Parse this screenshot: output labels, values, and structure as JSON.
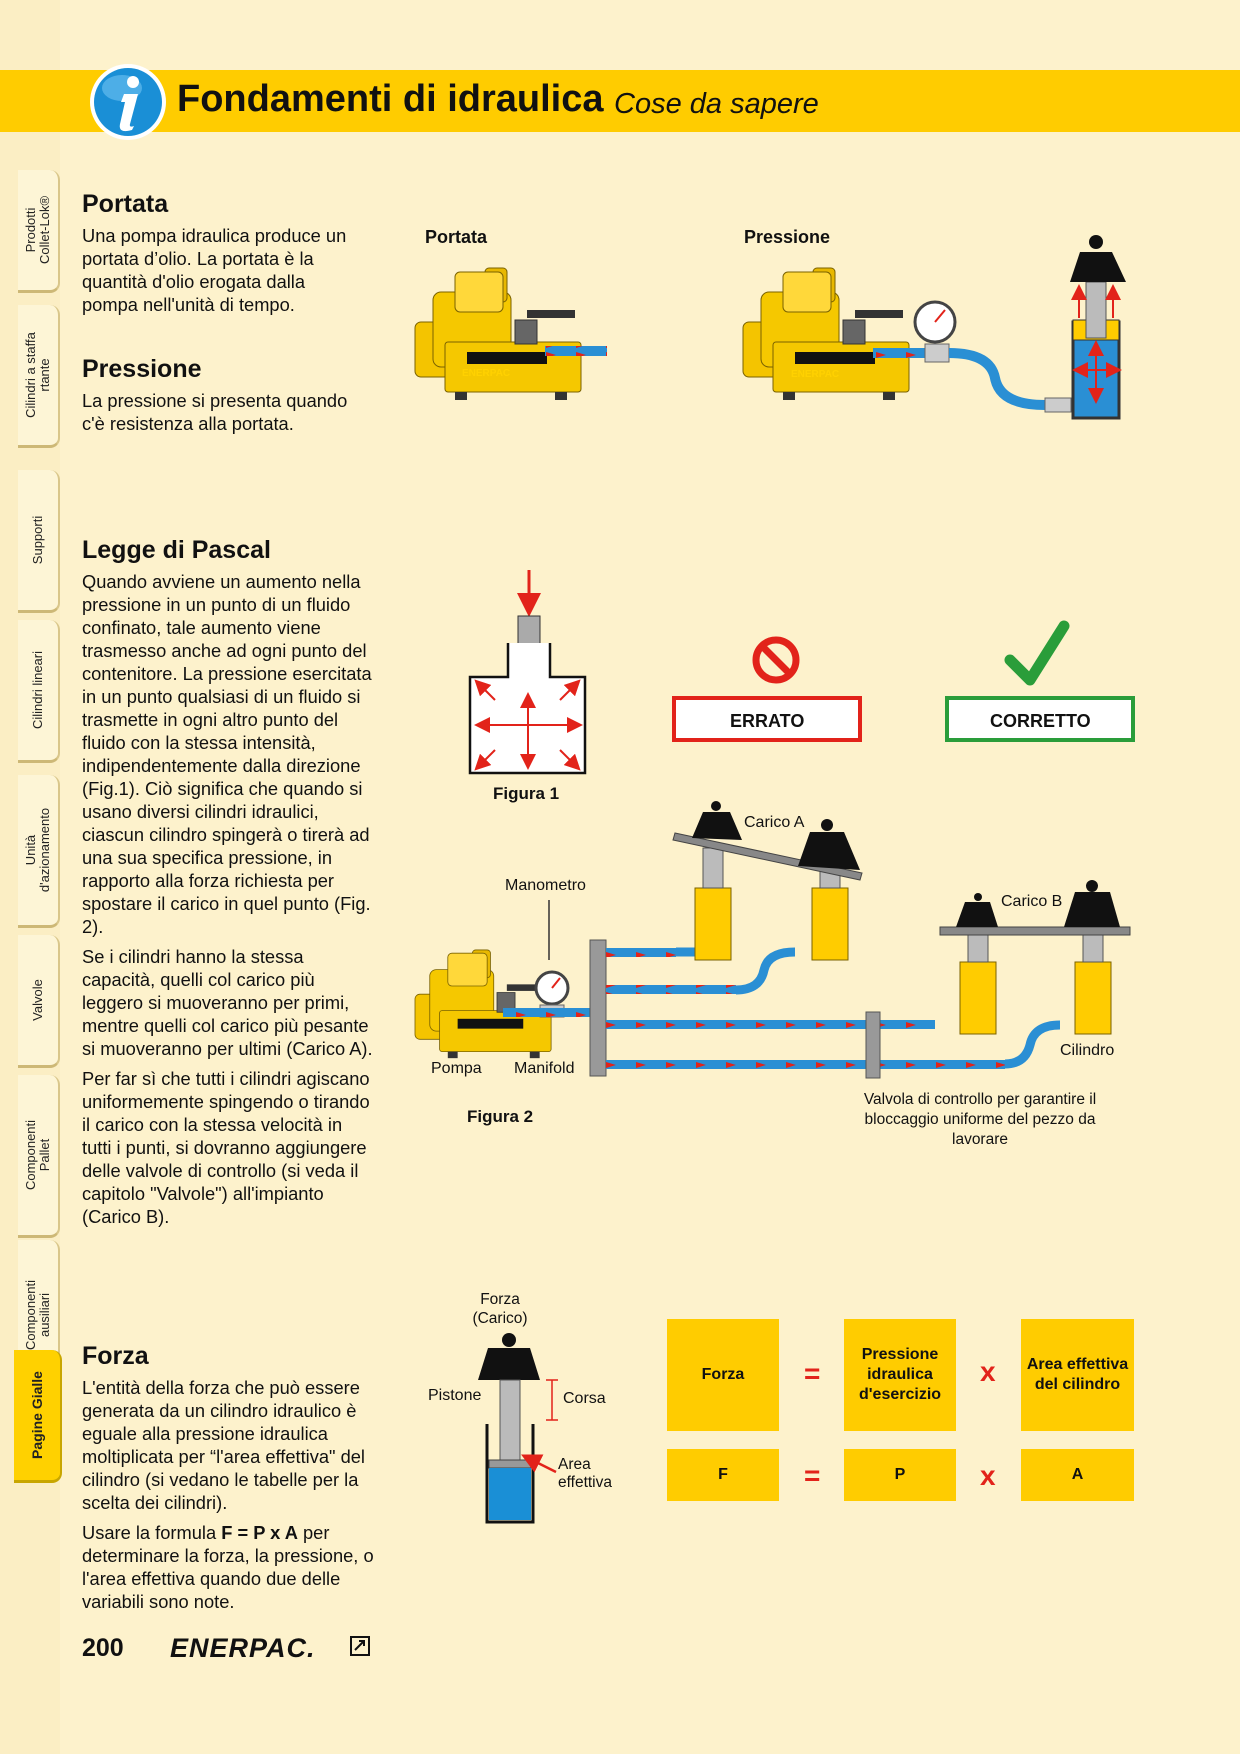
{
  "sidebar": {
    "tabs": [
      {
        "label": "Prodotti\nCollet-Lok®"
      },
      {
        "label": "Cilindri a staffa\nrtante"
      },
      {
        "label": "Supporti"
      },
      {
        "label": "Cilindri lineari"
      },
      {
        "label": "Unità\nd'azionamento"
      },
      {
        "label": "Valvole"
      },
      {
        "label": "Componenti\nPallet"
      },
      {
        "label": "Componenti\nausiliari"
      },
      {
        "label": "Pagine Gialle"
      }
    ]
  },
  "header": {
    "title": "Fondamenti di idraulica",
    "subtitle": "Cose da sapere",
    "icon": "info-icon"
  },
  "sections": {
    "portata": {
      "title": "Portata",
      "text": "Una pompa idraulica produce un portata d’olio. La portata è la quantità d'olio erogata dalla pompa nell'unità di tempo."
    },
    "pressione": {
      "title": "Pressione",
      "text": "La pressione si presenta quando c'è resistenza alla portata."
    },
    "pascal": {
      "title": "Legge di Pascal",
      "paragraphs": [
        "Quando avviene un aumento nella pressione in un punto di un fluido confinato, tale aumento viene trasmesso anche ad ogni punto del contenitore. La pressione esercitata in un punto qualsiasi di un fluido si trasmette in ogni altro punto del fluido con la stessa intensità, indipendentemente dalla direzione (Fig.1). Ciò significa che quando si usano diversi cilindri idraulici, ciascun cilindro spingerà o tirerà ad una sua specifica pressione, in rapporto alla forza richiesta per spostare il carico in quel punto (Fig. 2).",
        "Se i cilindri hanno la stessa capacità, quelli col carico più leggero si muoveranno per primi, mentre quelli col carico più pesante si muoveranno per ultimi (Carico A).",
        "Per far sì che tutti i cilindri agiscano uniformemente spingendo o tirando il carico con la stessa velocità in tutti i punti, si dovranno aggiungere delle valvole di controllo (si veda il capitolo \"Valvole\") all'impianto (Carico B)."
      ]
    },
    "forza": {
      "title": "Forza",
      "paragraphs": [
        "L'entità della forza che può essere generata da un cilindro idraulico è eguale alla pressione idraulica moltiplicata per “l'area effettiva\" del cilindro (si vedano le tabelle per la scelta dei cilindri).",
        "determinare la forza, la pressione, o l'area effettiva quando due delle variabili sono note."
      ],
      "formula_prefix": "Usare la formula ",
      "formula": "F = P x A",
      "formula_suffix": " per"
    }
  },
  "figures": {
    "portata_label": "Portata",
    "pressione_label": "Pressione",
    "pump_brand": "ENERPAC",
    "fig1_caption": "Figura 1",
    "wrong_label": "ERRATO",
    "correct_label": "CORRETTO",
    "fig2_caption": "Figura 2",
    "carico_a": "Carico A",
    "carico_b": "Carico B",
    "manometro": "Manometro",
    "pompa": "Pompa",
    "manifold": "Manifold",
    "cilindro": "Cilindro",
    "valve_note": "Valvola di controllo per garantire il bloccaggio uniforme del pezzo da lavorare",
    "forza_carico": "Forza\n(Carico)",
    "pistone": "Pistone",
    "corsa": "Corsa",
    "area_effettiva": "Area\neffettiva"
  },
  "formula_table": {
    "row1": [
      "Forza",
      "Pressione idraulica d'esercizio",
      "Area effettiva del cilindro"
    ],
    "row2": [
      "F",
      "P",
      "A"
    ],
    "equals": "=",
    "times": "x"
  },
  "footer": {
    "page_number": "200",
    "brand": "ENERPAC."
  },
  "colors": {
    "yellow": "#ffcc00",
    "red": "#e2231a",
    "green": "#2a9d3a",
    "blue": "#2a8fd4"
  }
}
